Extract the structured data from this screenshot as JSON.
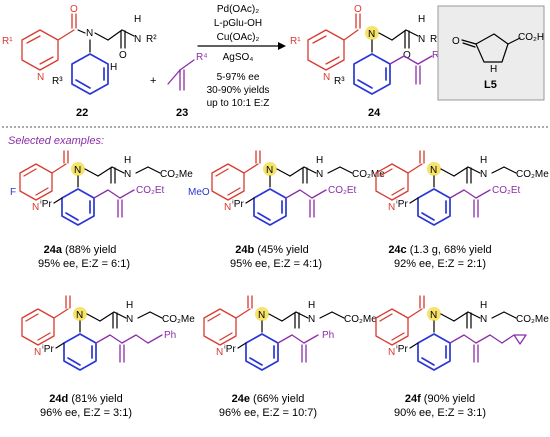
{
  "scheme": {
    "reactant_label": "22",
    "reagent_label": "23",
    "product_label": "24",
    "ligand_label": "L5",
    "conditions": [
      "Pd(OAc)₂",
      "L-pGlu-OH",
      "Cu(OAc)₂",
      "AgSO₄"
    ],
    "results": [
      "5-97% ee",
      "30-90% yields",
      "up to 10:1 E:Z"
    ],
    "plus": "+",
    "substituents": {
      "r1": "R¹",
      "r2": "R²",
      "r3": "R³",
      "r4": "R⁴",
      "h": "H",
      "n": "N",
      "o": "O",
      "co2h": "CO₂H",
      "nh": "H"
    }
  },
  "selected_heading": "Selected examples:",
  "examples": [
    {
      "id": "24a",
      "yield": "(88% yield",
      "selectivity": "95% ee, E:Z = 6:1)",
      "ester": "CO₂Et",
      "sub": "F",
      "n_label": "N",
      "amide": "CO₂Me"
    },
    {
      "id": "24b",
      "yield": "(45% yield",
      "selectivity": "95% ee, E:Z = 4:1)",
      "ester": "CO₂Et",
      "sub": "MeO",
      "n_label": "N",
      "amide": "CO₂Me"
    },
    {
      "id": "24c",
      "yield": "(1.3 g, 68% yield",
      "selectivity": "92% ee, E:Z = 2:1)",
      "ester": "CO₂Et",
      "sub": "",
      "n_label": "N",
      "amide": "CO₂Me"
    },
    {
      "id": "24d",
      "yield": "(81% yield",
      "selectivity": "96% ee, E:Z = 3:1)",
      "ester": "Ph",
      "sub": "",
      "n_label": "N",
      "amide": "CO₂Me"
    },
    {
      "id": "24e",
      "yield": "(66% yield",
      "selectivity": "96% ee, E:Z = 10:7)",
      "ester": "Ph",
      "sub": "",
      "n_label": "N",
      "amide": "CO₂Me"
    },
    {
      "id": "24f",
      "yield": "(90% yield",
      "selectivity": "90% ee, E:Z = 3:1)",
      "ester": "",
      "sub": "",
      "n_label": "N",
      "amide": "CO₂Me"
    }
  ],
  "ipr": "ⁱPr",
  "amide_nh": "N",
  "amide_h": "H"
}
